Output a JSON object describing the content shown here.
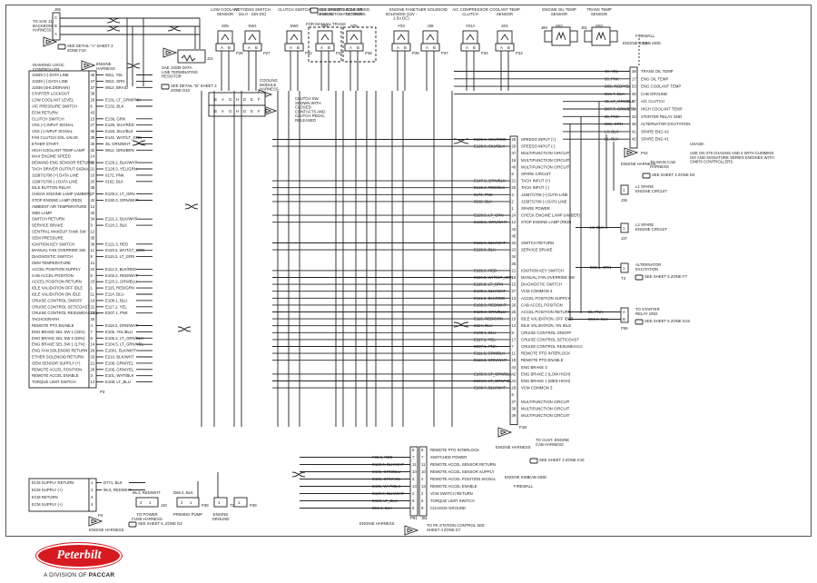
{
  "diagram": {
    "title": "Engine Wiring Diagram (ECM Vehicle Harness)",
    "brand": {
      "name": "Peterbilt",
      "division_text": "A DIVISION OF",
      "parent": "PACCAR",
      "color": "#d71920"
    },
    "top_left": {
      "j1939_ref": "TO SAE J1939 BACKBONE HARNESS",
      "connector": "J95",
      "pins": [
        "C",
        "B",
        "A"
      ],
      "see_detail": "SEE DETAIL \"A\" SHEET 3 ZONE F10",
      "terminating_resistor": "SAE J1939 DATA LINE TERMINATING RESISTOR",
      "see_detail_b": "SEE DETAIL \"B\" SHEET 3 ZONE D10",
      "engine_harness": "ENGINE HARNESS",
      "diamond_label": "DIAMOND LOGIC CONTROLLER"
    },
    "top_components": [
      {
        "label": "LOW COOLANT SENSOR",
        "id": "S05",
        "connector": "P26"
      },
      {
        "label": "AC/TODSS SWITCH (51.0 - 24N DS)",
        "id": "SW1",
        "connector": "P27"
      },
      {
        "label": "CLUTCH SWITCH",
        "id": "SW0",
        "connector": "P32"
      },
      {
        "label": "VEHICLE SPEED SENSOR",
        "id": "S04",
        "connector": "P37"
      },
      {
        "label": "VEHICLE SPEED SENSOR",
        "id": "S05",
        "connector": "P38"
      },
      {
        "label": "ENGINE FAN SOLENOID (12V - 1.5A DC)",
        "id": "Y03",
        "connector": "P39"
      },
      {
        "label": "ETHER SOLENOID",
        "id": "J38",
        "connector": "P37"
      },
      {
        "label": "A/C COMPRESSOR CLUTCH",
        "id": "Y01A",
        "connector": "P34"
      },
      {
        "label": "COOLANT TEMP SENSOR",
        "id": "S01",
        "connector": "P33"
      },
      {
        "label": "ENGINE OIL TEMP SENSOR",
        "id": "S02",
        "connector": "J80"
      },
      {
        "label": "TRANS TEMP SENSOR",
        "id": "S03",
        "connector": "J81"
      }
    ],
    "notes": {
      "automatic_trans": "SEE SHEET 1 ZONE B9 FOR AUTOMATIC TRANS",
      "manual_trans": "FOR MANUAL TRANS",
      "clutch_note": "CLUTCH SW. SHOWN WITH CLOSED CONTACTS AND CLUTCH PEDAL RELEASED",
      "cooling_module": "COOLING MODULE HARNESS",
      "usage_title": "USAGE:",
      "usage_text": "USE ON 379 CHASSIS AND 4 WITH CUMMINS ISX AND SIGNATURE SERIES ENGINES WITH CM870 CONTROLLERS."
    },
    "p1_left": {
      "connector": "P3",
      "rows": [
        {
          "label": "J1939 (+) DATA LINE",
          "pin": "46",
          "wire": "0811, YEL"
        },
        {
          "label": "J1939 (-) DATA LINE",
          "pin": "47",
          "wire": "0812, GRN"
        },
        {
          "label": "J1939 (SHLD/DRAIN)",
          "pin": "37",
          "wire": "0813, BRAID"
        },
        {
          "label": "STARTER LOCKOUT",
          "pin": "38",
          "wire": ""
        },
        {
          "label": "LOW COOLANT LEVEL",
          "pin": "29",
          "wire": "E131, LT_GRN/PNK"
        },
        {
          "label": "A/C PRESSURE SWITCH",
          "pin": "6",
          "wire": "E132, BLK"
        },
        {
          "label": "ECM RETURN",
          "pin": "43",
          "wire": ""
        },
        {
          "label": "CLUTCH SWITCH",
          "pin": "15",
          "wire": "E136, GRN"
        },
        {
          "label": "VSS (+) INPUT SIGNAL",
          "pin": "27",
          "wire": "E126, SILV/RED"
        },
        {
          "label": "VSS (-) INPUT SIGNAL",
          "pin": "36",
          "wire": "E126, SILV/BLK"
        },
        {
          "label": "FAN CLUTCH SOL VALVE",
          "pin": "39",
          "wire": "E141, WHT/LT_GRN"
        },
        {
          "label": "ETHER START",
          "pin": "30",
          "wire": "45, ORN/WHT"
        },
        {
          "label": "HIGH COOLANT TEMP LAMP",
          "pin": "32",
          "wire": "0812, GRN/BRN"
        },
        {
          "label": "MAX ENGINE SPEED",
          "pin": "14",
          "wire": ""
        },
        {
          "label": "DEMAND ENG SENSOR RETURN",
          "pin": "38",
          "wire": "E128.2, BLK/WHT"
        },
        {
          "label": "TACH DRIVER OUTPUT SIGNAL",
          "pin": "31",
          "wire": "E128.3, YEL/GRN"
        },
        {
          "label": "J1587/1708 (+) DATA LINE",
          "pin": "10",
          "wire": "0172, PNK"
        },
        {
          "label": "J1587/1708 (-) DATA LINE",
          "pin": "20",
          "wire": "0162, BLK"
        },
        {
          "label": "IDLE BUTTON RELAY",
          "pin": "38",
          "wire": ""
        },
        {
          "label": "CHECK ENGINE LAMP (AMBER)",
          "pin": "37",
          "wire": "E129.2, LT_GRN"
        },
        {
          "label": "STOP ENGINE LAMP (RED)",
          "pin": "42",
          "wire": "E130.3, ORN/WHT"
        },
        {
          "label": "AMBIENT AIR TEMPERATURE",
          "pin": "12",
          "wire": ""
        },
        {
          "label": "OBD LAMP",
          "pin": "40",
          "wire": ""
        },
        {
          "label": "SWITCH RETURN",
          "pin": "34",
          "wire": "E121.2, BLK/WHT"
        },
        {
          "label": "SERVICE BRAKE",
          "pin": "3",
          "wire": "E120.2, BLK"
        },
        {
          "label": "CENTRAL MAKEUP TANK SW",
          "pin": "12",
          "wire": ""
        },
        {
          "label": "OEM PRESSURE",
          "pin": "35",
          "wire": ""
        },
        {
          "label": "IGNITION KEY SWITCH",
          "pin": "39",
          "wire": "E121.3, RED"
        },
        {
          "label": "MANUAL FAN OVERRIDE SW",
          "pin": "11",
          "wire": "E119.2, WHT/LT_GRN"
        },
        {
          "label": "DIAGNOSTIC SWITCH",
          "pin": "8",
          "wire": "E115.2, LT_GRN"
        },
        {
          "label": "OEM TEMPERATURE",
          "pin": "21",
          "wire": ""
        },
        {
          "label": "ACCEL POSITION SUPPLY",
          "pin": "22",
          "wire": "E112.2, BLK/RED"
        },
        {
          "label": "CAB ACCEL POSITION",
          "pin": "8",
          "wire": "E102.2, RED/WHT"
        },
        {
          "label": "ACCEL POSITION RETURN",
          "pin": "23",
          "wire": "E120.2, GRN/BLU"
        },
        {
          "label": "IDLE VALIDATION OFF IDLE",
          "pin": "1",
          "wire": "E115, RED/GRN"
        },
        {
          "label": "IDLE VALIDATION ON IDLE",
          "pin": "11",
          "wire": "E114, BLU"
        },
        {
          "label": "CRUISE CONTROL ON/OFF",
          "pin": "19",
          "wire": "E108.1, BLU"
        },
        {
          "label": "CRUISE CONTROL SET/COAST",
          "pin": "22",
          "wire": "E117.1, YEL"
        },
        {
          "label": "CRUISE CONTROL RESUME/ACCEL",
          "pin": "24",
          "wire": "E207.1, PNK"
        },
        {
          "label": "TACHOGRAPH",
          "pin": "30",
          "wire": ""
        },
        {
          "label": "REMOTE PTO ENABLE",
          "pin": "4",
          "wire": "E118.2, GRN/WHT"
        },
        {
          "label": "ENG BRAKE SEL SW 1 (33%)",
          "pin": "7",
          "wire": "E106, YEL/BLU"
        },
        {
          "label": "ENG BRAKE SEL SW 2 (50%)",
          "pin": "8",
          "wire": "E105.2, LT_GRN/BLK"
        },
        {
          "label": "ENG BRAKE SEL SW 1 (17%)",
          "pin": "14",
          "wire": "E104.5, LT_GRN/YEL"
        },
        {
          "label": "ENG FAN SOLENOID RETURN",
          "pin": "26",
          "wire": "E1001, BLK/WHT"
        },
        {
          "label": "ETHER SOLENOID RETURN",
          "pin": "33",
          "wire": "E210, BLK/WHT"
        },
        {
          "label": "OEM SENSOR SUPPLY (+)",
          "pin": "21",
          "wire": "E109, GRN/YEL"
        },
        {
          "label": "REMOTE ACCEL POSITION",
          "pin": "28",
          "wire": "E106, GRN/YEL"
        },
        {
          "label": "REMOTE ACCEL ENABLE",
          "pin": "3",
          "wire": "E101, WHT/BLK"
        },
        {
          "label": "TORQUE LIMIT SWITCH",
          "pin": "13",
          "wire": "E108, LT_BLU"
        }
      ]
    },
    "p2_left": {
      "connector": "P4",
      "rows": [
        {
          "label": "ECM SUPPLY RETURN",
          "pin": "1",
          "wire": "D771, BLK"
        },
        {
          "label": "ECM SUPPLY (+)",
          "pin": "2",
          "wire": "96.5, RED/WHT"
        },
        {
          "label": "ECM RETURN",
          "pin": "3",
          "wire": ""
        },
        {
          "label": "ECM SUPPLY (+)",
          "pin": "4",
          "wire": ""
        }
      ],
      "engine_harness": "ENGINE HARNESS",
      "see_sheet": "SEE SHEET 5, ZONE D3"
    },
    "bottom_components": [
      {
        "label": "TO POWER FUSE HARNESS",
        "connector": "J40",
        "pins": [
          "2",
          "1"
        ],
        "wire": "96.4, RED/WHT"
      },
      {
        "label": "PRIMING PUMP",
        "connector": "P38",
        "pins": [
          "2",
          "1"
        ],
        "wire": "D56.2, BLK"
      },
      {
        "label": "ENGINE GROUND",
        "connector": "T1",
        "pins": [
          "1"
        ]
      },
      {
        "label": "",
        "connector": "P39",
        "pins": [
          "1"
        ]
      }
    ],
    "right_connector_p1": {
      "connector": "P1",
      "rows": [
        {
          "pin": "28",
          "label": "SPEEDO INPUT (+)",
          "wire": "E126.6, SILV/RED"
        },
        {
          "pin": "29",
          "label": "SPEEDO INPUT (-)",
          "wire": "E126.6, SILV/BLK"
        },
        {
          "pin": "47",
          "label": "MULTIFUNCTION CIRCUIT",
          "wire": ""
        },
        {
          "pin": "16",
          "label": "MULTIFUNCTION CIRCUIT",
          "wire": ""
        },
        {
          "pin": "40",
          "label": "MULTIFUNCTION CIRCUIT",
          "wire": ""
        },
        {
          "pin": "6",
          "label": "SPARE CIRCUIT",
          "wire": ""
        },
        {
          "pin": "21",
          "label": "TACH INPUT (+)",
          "wire": "E147.5, GRN/BLK"
        },
        {
          "pin": "20",
          "label": "TACH INPUT (-)",
          "wire": "E146.2, RED/BLK"
        },
        {
          "pin": "3",
          "label": "J1587/1708 (+) DATA LINE",
          "wire": "0172, PNK"
        },
        {
          "pin": "2",
          "label": "J1587/1708 (-) DATA LINE",
          "wire": "0162, BLK"
        },
        {
          "pin": "1",
          "label": "SPARE POWER",
          "wire": ""
        },
        {
          "pin": "24",
          "label": "CHECK ENGINE LAMP (AMBER)",
          "wire": "E129.5, LT_GRN"
        },
        {
          "pin": "12",
          "label": "STOP ENGINE LAMP (RED)",
          "wire": "E130.5, ORN/WHT"
        },
        {
          "pin": "43",
          "label": "",
          "wire": ""
        },
        {
          "pin": "45",
          "label": "",
          "wire": ""
        },
        {
          "pin": "33",
          "label": "SWITCH RETURN",
          "wire": "E121.5, BLK/WHT"
        },
        {
          "pin": "23",
          "label": "SERVICE BRAKE",
          "wire": "E120.5, BLK"
        },
        {
          "pin": "34",
          "label": "",
          "wire": ""
        },
        {
          "pin": "36",
          "label": "",
          "wire": ""
        },
        {
          "pin": "21",
          "label": "IGNITION KEY SWITCH",
          "wire": "E121.5, RED"
        },
        {
          "pin": "18",
          "label": "MANUAL FAN OVERRIDE SW",
          "wire": "E119.3, WHT/LT_GRN"
        },
        {
          "pin": "15",
          "label": "DIAGNOSTIC SWITCH",
          "wire": "E115.3, LT_GRN"
        },
        {
          "pin": "27",
          "label": "VCM COMMON 3",
          "wire": "E108.2, BLK/WHT"
        },
        {
          "pin": "13",
          "label": "ACCEL POSITION SUPPLY",
          "wire": "E112.3, BLK/RED"
        },
        {
          "pin": "26",
          "label": "CAB ACCEL POSITION",
          "wire": "E102.3, RED/WHT"
        },
        {
          "pin": "25",
          "label": "ACCEL POSITION RETURN",
          "wire": "E120.3, GRN/BLU"
        },
        {
          "pin": "10",
          "label": "IDLE VALIDATION, OFF IDLE",
          "wire": "E115, RED/GRN"
        },
        {
          "pin": "14",
          "label": "IDLE VALIDATION, ON IDLE",
          "wire": "E114, BLU"
        },
        {
          "pin": "8",
          "label": "CRUISE CONTROL ON/OFF",
          "wire": "E108.1, BLU"
        },
        {
          "pin": "17",
          "label": "CRUISE CONTROL SET/COAST",
          "wire": "E117.1, YEL"
        },
        {
          "pin": "7",
          "label": "CRUISE CONTROL RESUME/ACC",
          "wire": "E207.1, PNK"
        },
        {
          "pin": "11",
          "label": "REMOTE PTO INTERLOCK",
          "wire": "E111.3, GRN/BLK"
        },
        {
          "pin": "19",
          "label": "REMOTE PTO ENABLE",
          "wire": "E118.3, GRN/WHT"
        },
        {
          "pin": "44",
          "label": "ENG BRAKE 3",
          "wire": ""
        },
        {
          "pin": "42",
          "label": "ENG BRAKE 2 (LOW HIGH)",
          "wire": "E105.3, LT_GRN/BLK"
        },
        {
          "pin": "44",
          "label": "ENG BRAKE 1 (MED HIGH)",
          "wire": "E104.5, LT_GRN/YEL"
        },
        {
          "pin": "28",
          "label": "VCM COMMON 3",
          "wire": "E108.7, BLK/WHT"
        },
        {
          "pin": "6",
          "label": "",
          "wire": ""
        },
        {
          "pin": "37",
          "label": "MULTIFUNCTION CIRCUIT",
          "wire": ""
        },
        {
          "pin": "38",
          "label": "MULTIFUNCTION CIRCUIT",
          "wire": ""
        },
        {
          "pin": "39",
          "label": "MULTIFUNCTION CIRCUIT",
          "wire": ""
        }
      ],
      "engine_harness": "ENGINE HARNESS",
      "cab_harness": "TO CUST. ENGINE CAB HARNESS",
      "see_sheet": "SEE SHEET 3 ZONE K16",
      "engine_side": "ENGINE SIDE",
      "cab_side": "CAB SIDE",
      "firewall": "FIREWALL"
    },
    "bottom_connector_j81": {
      "connector": "P81 / J81",
      "rows": [
        {
          "pin": "8",
          "label": "REMOTE PTO INTERLOCK",
          "wire": ""
        },
        {
          "pin": "7",
          "label": "SWITCHED POWER",
          "wire": "F83.6, RED"
        },
        {
          "pin": "11",
          "label": "REMOTE ACCEL SENSOR RETURN",
          "wire": "E120.6, BLK/WHT"
        },
        {
          "pin": "10",
          "label": "REMOTE ACCEL SENSOR SUPPLY",
          "wire": "E106, GRN/BLU"
        },
        {
          "pin": "4",
          "label": "REMOTE ACCEL POSITION SIGNAL",
          "wire": "E106, GRN/YEL"
        },
        {
          "pin": "13",
          "label": "REMOTE ACCEL ENABLE",
          "wire": "E101, WHT/BLK"
        },
        {
          "pin": "2",
          "label": "VCM SWITCH RETURN",
          "wire": "E120.6, BLK/WHT"
        },
        {
          "pin": "6",
          "label": "TORQUE LIMIT SWITCH",
          "wire": "E108, LT_BLU"
        },
        {
          "pin": "9",
          "label": "CHASSIS GROUND",
          "wire": "D56.6, BLK"
        }
      ],
      "engine_harness": "ENGINE HARNESS",
      "station_control": "TO PK STATION CONTROL SEE SHEET 4 ZONE E7"
    },
    "firewall_connector": {
      "connector": "P44",
      "title": "FIREWALL",
      "engine_side": "ENGINE SIDE",
      "cab_side": "CAB SIDE",
      "rows": [
        {
          "pin": "38",
          "label": "TRANS OIL TEMP",
          "wire": "48, YEL"
        },
        {
          "pin": "17",
          "label": "ENG OIL TEMP",
          "wire": "50, PNK"
        },
        {
          "pin": "53",
          "label": "ENG COOLANT TEMP",
          "wire": "D85, RED/YEL"
        },
        {
          "pin": "35",
          "label": "CAB GROUND",
          "wire": "D56.7, BLK"
        },
        {
          "pin": "47",
          "label": "A/C CLUTCH",
          "wire": "45, LT_GRN/BLK"
        },
        {
          "pin": "34",
          "label": "HIGH COOLANT TEMP",
          "wire": "D87.7, GRN/BRN"
        },
        {
          "pin": "33",
          "label": "STARTER RELAY GND",
          "wire": "35, PNK"
        },
        {
          "pin": "36",
          "label": "ALTERNATOR EXCITATION",
          "wire": "D82, ORN"
        },
        {
          "pin": "41",
          "label": "SPARE ENG #2",
          "wire": "L3, BLK"
        },
        {
          "pin": "42",
          "label": "SPARE ENG #1",
          "wire": "L1, BLK"
        }
      ],
      "engine_harness": "ENGINE HARNESS",
      "cab_harness": "TO MAIN CAB HARNESS",
      "see_sheet": "SEE SHEET 3 ZONE D4"
    },
    "right_terminals": [
      {
        "connector": "J36",
        "pin": "1",
        "label": "L1 SPARE ENGINE CIRCUIT"
      },
      {
        "connector": "J37",
        "pin": "1",
        "label": "L2 SPARE ENGINE CIRCUIT",
        "wire": "L2, BLK"
      },
      {
        "connector": "T3",
        "pin": "1",
        "label": "ALTERNATOR EXCITATION",
        "wire": "D82.1, ORN",
        "see_sheet": "SEE SHEET 5 ZONE F7"
      },
      {
        "connector": "P55",
        "pins": [
          "A",
          "B"
        ],
        "label": "TO STARTER RELAY GND",
        "wires": [
          "35, PNK",
          "D56.8, BLK"
        ],
        "see_sheet": "SEE SHEET 5 ZONE D15"
      }
    ]
  }
}
